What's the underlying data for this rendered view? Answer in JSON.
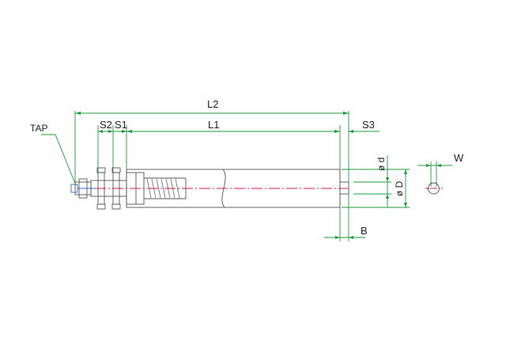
{
  "labels": {
    "tap": "TAP",
    "s2": "S2",
    "s1": "S1",
    "l1": "L1",
    "l2": "L2",
    "s3": "S3",
    "phi_d": "ø d",
    "phi_D": "ø D",
    "b": "B",
    "w": "W"
  },
  "colors": {
    "dimension": "#1e9a3c",
    "outline": "#555555",
    "centerline": "#d02040",
    "spring": "#777777",
    "text": "#222222"
  }
}
